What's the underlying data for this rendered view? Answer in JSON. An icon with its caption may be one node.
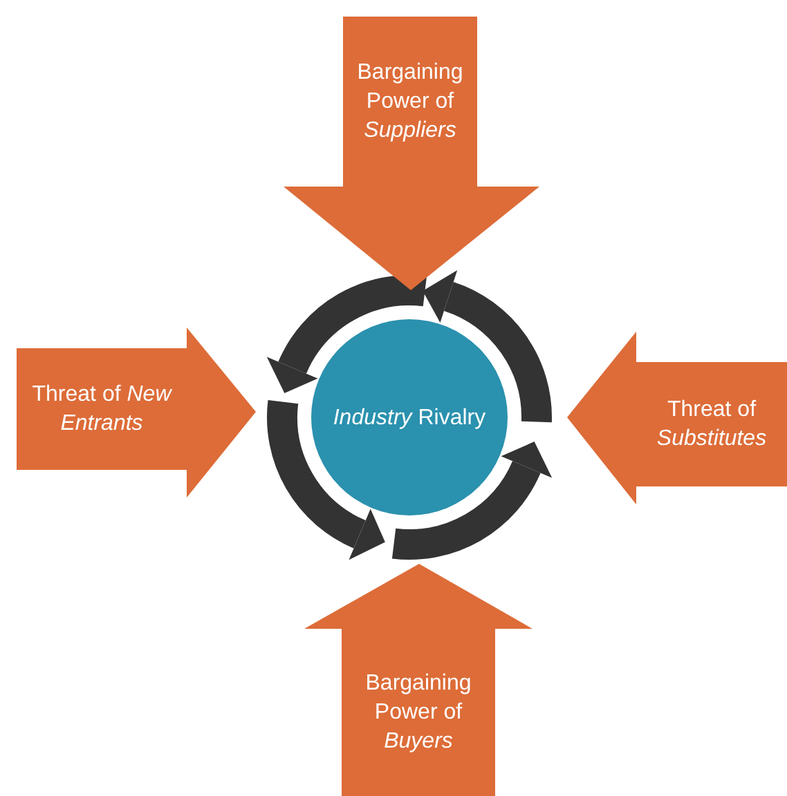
{
  "diagram": {
    "nodes": [
      {
        "text": [
          "Bargaining Power of *Suppliers*"
        ]
      },
      {
        "text": [
          "Threat of *New Entrants*"
        ]
      },
      {
        "text": [
          "*Industry* Rivalry"
        ]
      },
      {
        "text": [
          "Threat of *Substitutes*"
        ]
      },
      {
        "text": [
          "Bargaining Power of *Buyers*"
        ]
      }
    ]
  }
}
